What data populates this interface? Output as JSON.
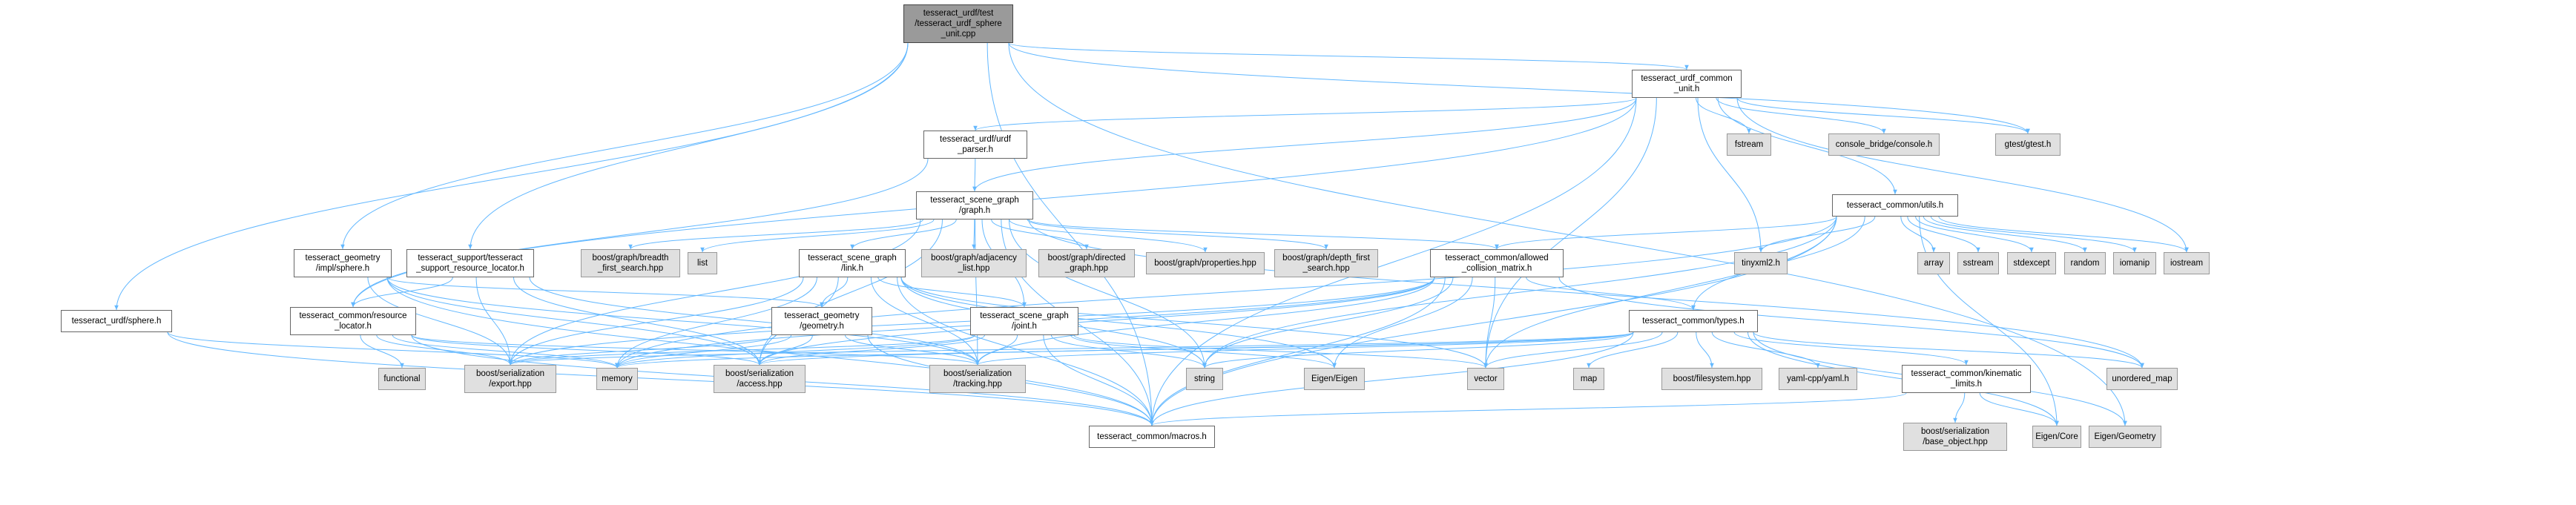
{
  "nodes": {
    "root": "tesseract_urdf/test\n/tesseract_urdf_sphere\n_unit.cpp",
    "common_unit": "tesseract_urdf_common\n_unit.h",
    "urdf_parser": "tesseract_urdf/urdf\n_parser.h",
    "gtest": "gtest/gtest.h",
    "fstream": "fstream",
    "console": "console_bridge/console.h",
    "utils": "tesseract_common/utils.h",
    "graph": "tesseract_scene_graph\n/graph.h",
    "geom_sphere": "tesseract_geometry\n/impl/sphere.h",
    "resource_locator_support": "tesseract_support/tesseract\n_support_resource_locator.h",
    "bfs": "boost/graph/breadth\n_first_search.hpp",
    "list": "list",
    "link": "tesseract_scene_graph\n/link.h",
    "adjacency": "boost/graph/adjacency\n_list.hpp",
    "directed": "boost/graph/directed\n_graph.hpp",
    "properties": "boost/graph/properties.hpp",
    "dfs": "boost/graph/depth_first\n_search.hpp",
    "acm": "tesseract_common/allowed\n_collision_matrix.h",
    "tinyxml": "tinyxml2.h",
    "array": "array",
    "sstream": "sstream",
    "stdexcept": "stdexcept",
    "random": "random",
    "iomanip": "iomanip",
    "iostream": "iostream",
    "urdf_sphere": "tesseract_urdf/sphere.h",
    "common_resource_locator": "tesseract_common/resource\n_locator.h",
    "geometry": "tesseract_geometry\n/geometry.h",
    "joint": "tesseract_scene_graph\n/joint.h",
    "types": "tesseract_common/types.h",
    "functional": "functional",
    "export": "boost/serialization\n/export.hpp",
    "memory": "memory",
    "access": "boost/serialization\n/access.hpp",
    "tracking": "boost/serialization\n/tracking.hpp",
    "string": "string",
    "eigen": "Eigen/Eigen",
    "vector": "vector",
    "map": "map",
    "filesystem": "boost/filesystem.hpp",
    "yaml": "yaml-cpp/yaml.h",
    "kinematic_limits": "tesseract_common/kinematic\n_limits.h",
    "unordered_map": "unordered_map",
    "macros": "tesseract_common/macros.h",
    "base_object": "boost/serialization\n/base_object.hpp",
    "eigen_core": "Eigen/Core",
    "eigen_geometry": "Eigen/Geometry"
  },
  "edges": [
    [
      "root",
      "common_unit"
    ],
    [
      "root",
      "gtest"
    ],
    [
      "root",
      "urdf_sphere"
    ],
    [
      "root",
      "geom_sphere"
    ],
    [
      "root",
      "resource_locator_support"
    ],
    [
      "root",
      "macros"
    ],
    [
      "root",
      "eigen_geometry"
    ],
    [
      "common_unit",
      "gtest"
    ],
    [
      "common_unit",
      "fstream"
    ],
    [
      "common_unit",
      "console"
    ],
    [
      "common_unit",
      "utils"
    ],
    [
      "common_unit",
      "urdf_parser"
    ],
    [
      "common_unit",
      "tinyxml"
    ],
    [
      "common_unit",
      "iostream"
    ],
    [
      "common_unit",
      "vector"
    ],
    [
      "common_unit",
      "macros"
    ],
    [
      "common_unit",
      "common_resource_locator"
    ],
    [
      "common_unit",
      "graph"
    ],
    [
      "urdf_parser",
      "graph"
    ],
    [
      "urdf_parser",
      "common_resource_locator"
    ],
    [
      "utils",
      "acm"
    ],
    [
      "utils",
      "types"
    ],
    [
      "utils",
      "tinyxml"
    ],
    [
      "utils",
      "array"
    ],
    [
      "utils",
      "sstream"
    ],
    [
      "utils",
      "stdexcept"
    ],
    [
      "utils",
      "random"
    ],
    [
      "utils",
      "iomanip"
    ],
    [
      "utils",
      "iostream"
    ],
    [
      "utils",
      "eigen_core"
    ],
    [
      "utils",
      "string"
    ],
    [
      "utils",
      "vector"
    ],
    [
      "utils",
      "memory"
    ],
    [
      "utils",
      "macros"
    ],
    [
      "graph",
      "bfs"
    ],
    [
      "graph",
      "list"
    ],
    [
      "graph",
      "link"
    ],
    [
      "graph",
      "adjacency"
    ],
    [
      "graph",
      "directed"
    ],
    [
      "graph",
      "properties"
    ],
    [
      "graph",
      "dfs"
    ],
    [
      "graph",
      "acm"
    ],
    [
      "graph",
      "joint"
    ],
    [
      "graph",
      "string"
    ],
    [
      "graph",
      "export"
    ],
    [
      "graph",
      "access"
    ],
    [
      "graph",
      "tracking"
    ],
    [
      "graph",
      "unordered_map"
    ],
    [
      "graph",
      "macros"
    ],
    [
      "link",
      "geometry"
    ],
    [
      "link",
      "joint"
    ],
    [
      "link",
      "string"
    ],
    [
      "link",
      "vector"
    ],
    [
      "link",
      "memory"
    ],
    [
      "link",
      "eigen"
    ],
    [
      "link",
      "export"
    ],
    [
      "link",
      "access"
    ],
    [
      "link",
      "tracking"
    ],
    [
      "link",
      "macros"
    ],
    [
      "geom_sphere",
      "geometry"
    ],
    [
      "geom_sphere",
      "export"
    ],
    [
      "geom_sphere",
      "access"
    ],
    [
      "geom_sphere",
      "tracking"
    ],
    [
      "geom_sphere",
      "macros"
    ],
    [
      "resource_locator_support",
      "common_resource_locator"
    ],
    [
      "resource_locator_support",
      "export"
    ],
    [
      "resource_locator_support",
      "access"
    ],
    [
      "resource_locator_support",
      "tracking"
    ],
    [
      "acm",
      "types"
    ],
    [
      "acm",
      "string"
    ],
    [
      "acm",
      "vector"
    ],
    [
      "acm",
      "eigen"
    ],
    [
      "acm",
      "memory"
    ],
    [
      "acm",
      "unordered_map"
    ],
    [
      "acm",
      "export"
    ],
    [
      "acm",
      "access"
    ],
    [
      "acm",
      "tracking"
    ],
    [
      "acm",
      "macros"
    ],
    [
      "urdf_sphere",
      "memory"
    ],
    [
      "urdf_sphere",
      "macros"
    ],
    [
      "common_resource_locator",
      "functional"
    ],
    [
      "common_resource_locator",
      "memory"
    ],
    [
      "common_resource_locator",
      "export"
    ],
    [
      "common_resource_locator",
      "access"
    ],
    [
      "common_resource_locator",
      "tracking"
    ],
    [
      "common_resource_locator",
      "macros"
    ],
    [
      "geometry",
      "memory"
    ],
    [
      "geometry",
      "export"
    ],
    [
      "geometry",
      "access"
    ],
    [
      "geometry",
      "tracking"
    ],
    [
      "geometry",
      "macros"
    ],
    [
      "joint",
      "string"
    ],
    [
      "joint",
      "vector"
    ],
    [
      "joint",
      "eigen"
    ],
    [
      "joint",
      "memory"
    ],
    [
      "joint",
      "export"
    ],
    [
      "joint",
      "access"
    ],
    [
      "joint",
      "tracking"
    ],
    [
      "joint",
      "macros"
    ],
    [
      "types",
      "vector"
    ],
    [
      "types",
      "map"
    ],
    [
      "types",
      "string"
    ],
    [
      "types",
      "filesystem"
    ],
    [
      "types",
      "yaml"
    ],
    [
      "types",
      "kinematic_limits"
    ],
    [
      "types",
      "unordered_map"
    ],
    [
      "types",
      "eigen_core"
    ],
    [
      "types",
      "eigen_geometry"
    ],
    [
      "types",
      "macros"
    ],
    [
      "types",
      "export"
    ],
    [
      "types",
      "access"
    ],
    [
      "types",
      "tracking"
    ],
    [
      "types",
      "memory"
    ],
    [
      "kinematic_limits",
      "base_object"
    ],
    [
      "kinematic_limits",
      "eigen_core"
    ],
    [
      "kinematic_limits",
      "macros"
    ]
  ],
  "colors": {
    "edge": "#63b8ff",
    "node_border": "#666666",
    "system_header_fill": "#e0e0e0",
    "root_fill": "#9a9a9a"
  }
}
